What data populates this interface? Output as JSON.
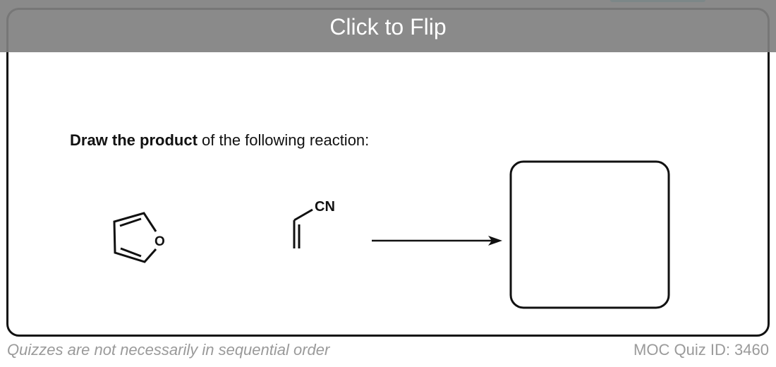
{
  "header": {
    "flip_label": "Click to Flip"
  },
  "question": {
    "bold": "Draw the product",
    "rest": " of the following reaction:"
  },
  "reaction": {
    "reactant1_atom": "O",
    "reactant2_group": "CN"
  },
  "footer": {
    "note": "Quizzes are not necessarily in sequential order",
    "quiz_id": "MOC Quiz ID: 3460"
  }
}
